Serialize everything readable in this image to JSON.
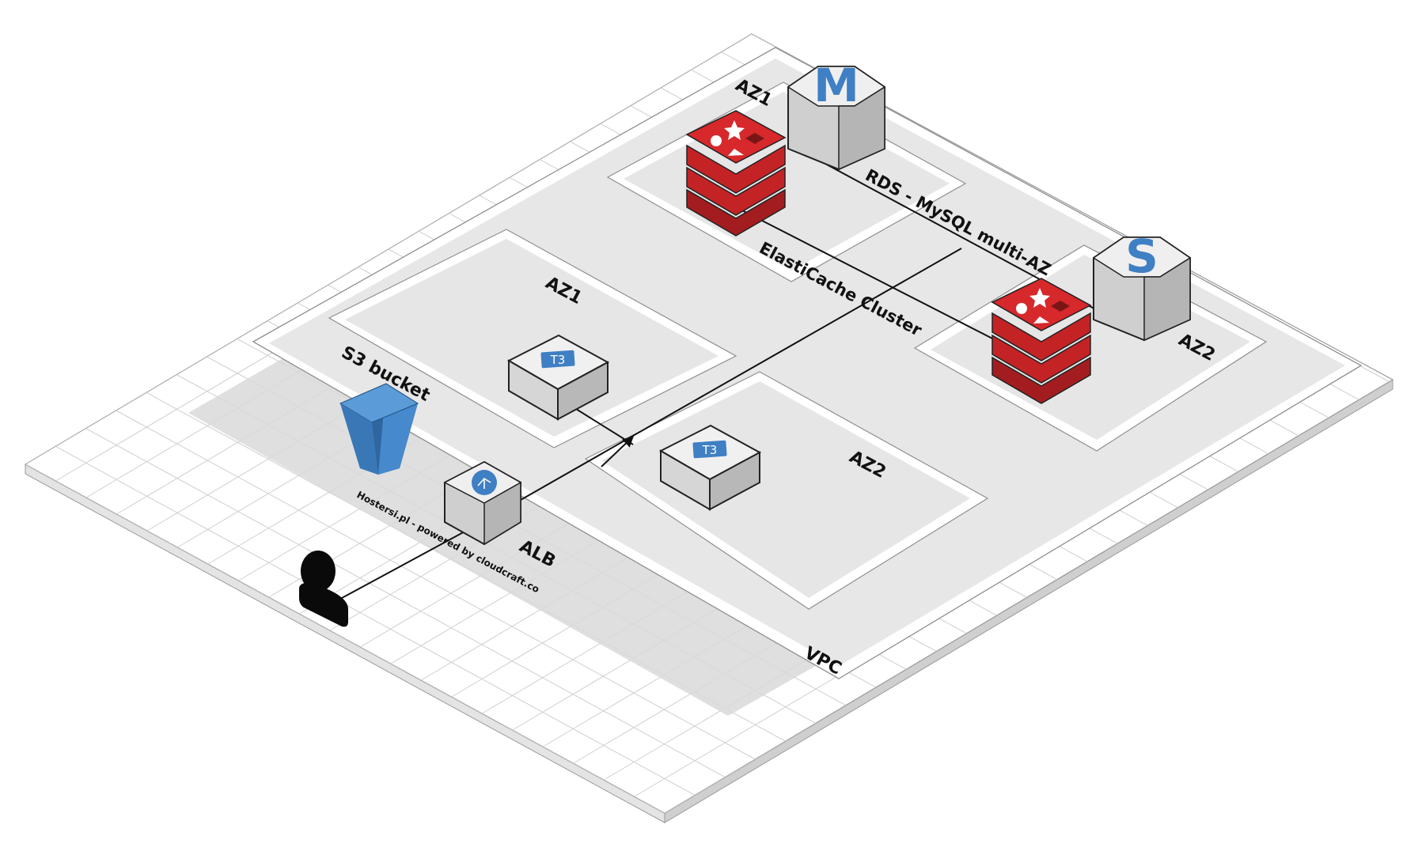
{
  "labels": {
    "vpc": "VPC",
    "s3": "S3 bucket",
    "alb": "ALB",
    "app_az1": "AZ1",
    "app_az2": "AZ2",
    "data_az1": "AZ1",
    "data_az2": "AZ2",
    "rds": "RDS - MySQL multi-AZ",
    "elasticache": "ElastiCache Cluster",
    "instance_az1": "T3",
    "instance_az2": "T3",
    "rds_master": "M",
    "rds_standby": "S",
    "watermark": "Hostersi.pl - powered by cloudcraft.co"
  },
  "icons": {
    "user": "user-silhouette-icon",
    "s3": "s3-bucket-icon",
    "alb": "load-balancer-icon",
    "ec2": "ec2-instance-icon",
    "redis": "redis-stack-icon",
    "rds": "rds-database-icon"
  },
  "colors": {
    "grid_line": "#cfcfcf",
    "zone_fill": "#e6e6e7",
    "zone_stroke": "#9a9a9a",
    "s3_blue": "#3a77b7",
    "badge_blue": "#3f7fc4",
    "redis_red": "#d7282b",
    "gray_top": "#f0f0f0",
    "gray_left": "#d6d6d6",
    "gray_right": "#b8b8b8"
  }
}
